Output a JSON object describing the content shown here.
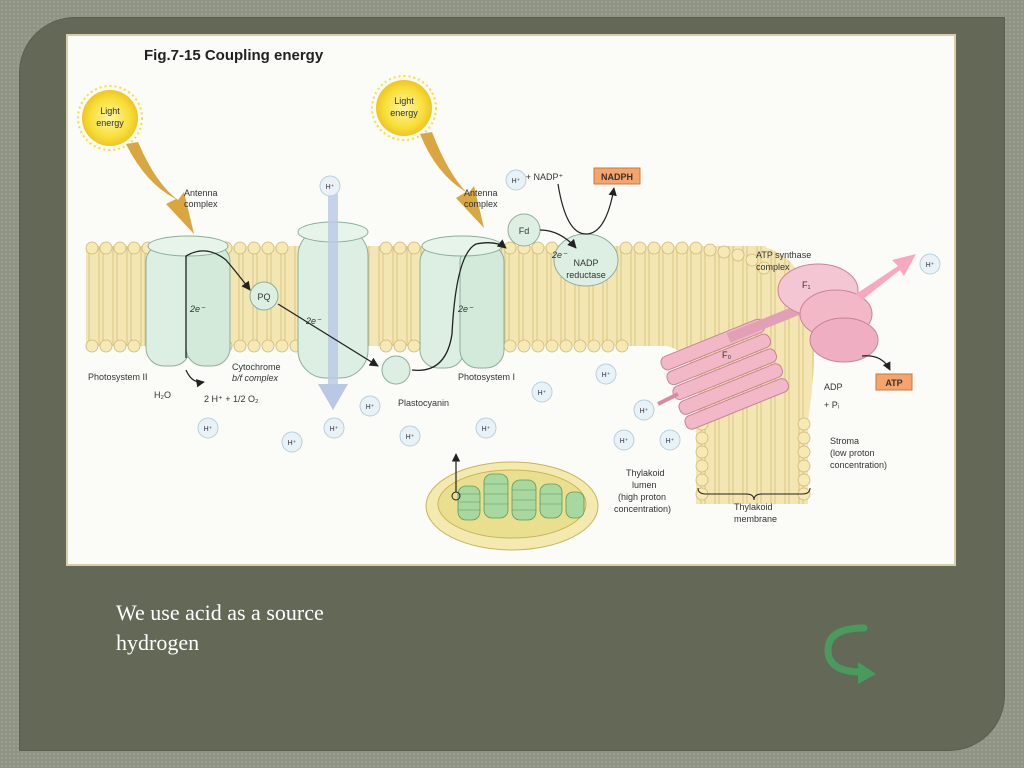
{
  "caption": {
    "line1": "We use acid as a source",
    "line2": "hydrogen"
  },
  "figure": {
    "title": "Fig.7-15 Coupling energy",
    "light_energy_1a": "Light",
    "light_energy_1b": "energy",
    "light_energy_2a": "Light",
    "light_energy_2b": "energy",
    "antenna_1a": "Antenna",
    "antenna_1b": "complex",
    "antenna_2a": "Antenna",
    "antenna_2b": "complex",
    "photosystem_ii": "Photosystem II",
    "photosystem_i": "Photosystem I",
    "pq": "PQ",
    "cytochrome_a": "Cytochrome",
    "cytochrome_b": "b/f complex",
    "plastocyanin": "Plastocyanin",
    "fd": "Fd",
    "nadp_reductase_a": "NADP",
    "nadp_reductase_b": "reductase",
    "h_nadp": "H⁺ + NADP⁺",
    "nadph": "NADPH",
    "atp_synthase_a": "ATP synthase",
    "atp_synthase_b": "complex",
    "f1": "F₁",
    "fo": "F₀",
    "adp": "ADP",
    "pi": "+ Pᵢ",
    "atp": "ATP",
    "h2o": "H₂O",
    "water_split": "2 H⁺ + 1/2 O₂",
    "two_e": "2e⁻",
    "h_plus": "H⁺",
    "stroma_a": "Stroma",
    "stroma_b": "(low proton",
    "stroma_c": "concentration)",
    "lumen_a": "Thylakoid",
    "lumen_b": "lumen",
    "lumen_c": "(high proton",
    "lumen_d": "concentration)",
    "membrane_a": "Thylakoid",
    "membrane_b": "membrane"
  },
  "colors": {
    "slide_bg": "#646857",
    "nadph_box": "#f4a46c",
    "atp_box": "#f4a46c",
    "membrane": "#efe2a8",
    "protein": "#dcefe2",
    "atp_synthase": "#f2b8c8",
    "nav_arrow": "#4a9a5e"
  },
  "nav": {
    "icon": "curved-arrow-icon"
  }
}
